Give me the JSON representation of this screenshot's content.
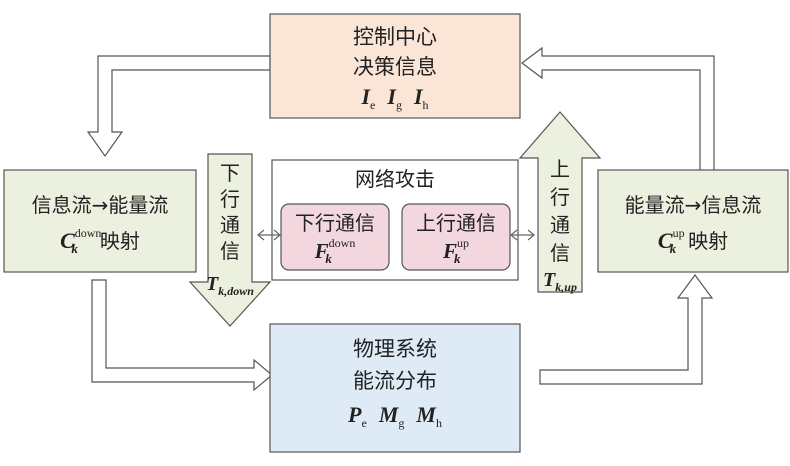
{
  "control_center": {
    "line1": "控制中心",
    "line2": "决策信息",
    "vars": [
      {
        "sym": "I",
        "sub": "e"
      },
      {
        "sym": "I",
        "sub": "g"
      },
      {
        "sym": "I",
        "sub": "h"
      }
    ]
  },
  "physical_system": {
    "line1": "物理系统",
    "line2": "能流分布",
    "vars": [
      {
        "sym": "P",
        "sub": "e"
      },
      {
        "sym": "M",
        "sub": "g"
      },
      {
        "sym": "M",
        "sub": "h"
      }
    ]
  },
  "left_map": {
    "line1": "信息流→能量流",
    "sym": "C",
    "sub": "k",
    "sup": "down",
    "suffix": "映射"
  },
  "right_map": {
    "line1": "能量流→信息流",
    "sym": "C",
    "sub": "k",
    "sup": "up",
    "suffix": "映射"
  },
  "network_attack": {
    "title": "网络攻击",
    "down_box": {
      "label": "下行通信",
      "sym": "F",
      "sub": "k",
      "sup": "down"
    },
    "up_box": {
      "label": "上行通信",
      "sym": "F",
      "sub": "k",
      "sup": "up"
    }
  },
  "down_arrow": {
    "chars": [
      "下",
      "行",
      "通",
      "信"
    ],
    "sym": "T",
    "sub": "k,down"
  },
  "up_arrow": {
    "chars": [
      "上",
      "行",
      "通",
      "信"
    ],
    "sym": "T",
    "sub": "k,up"
  },
  "colors": {
    "control_fill": "#FBE5D6",
    "physical_fill": "#DEEBF7",
    "map_fill": "#EBF1DE",
    "attack_fill": "#F2D7DF",
    "arrow_fill": "#EBF1DE",
    "outline": "#555555"
  }
}
